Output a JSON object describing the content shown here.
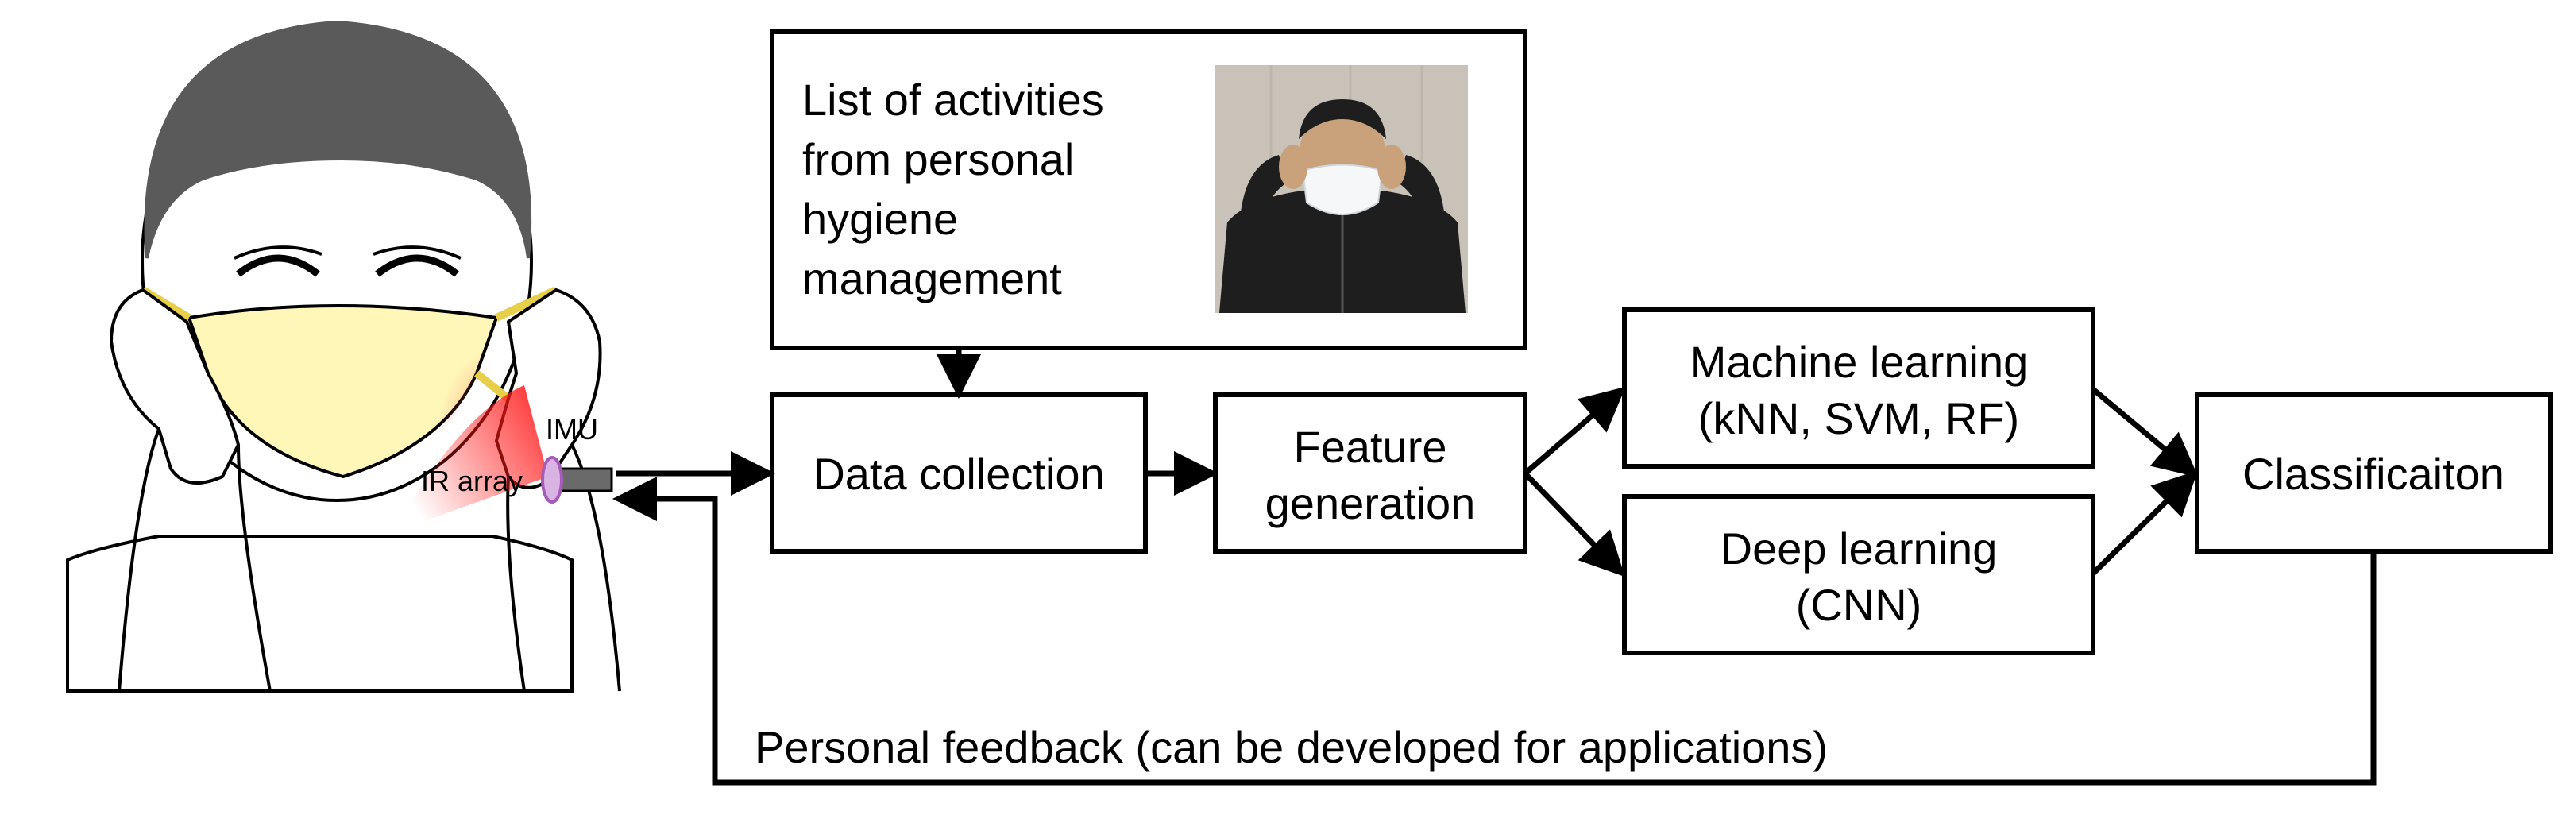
{
  "illustration": {
    "imu_label": "IMU",
    "ir_label": "IR array"
  },
  "activity_list": {
    "lines": [
      "List of activities",
      "from personal",
      "hygiene",
      "management"
    ]
  },
  "boxes": {
    "data_collection": [
      "Data collection"
    ],
    "feature_generation": [
      "Feature",
      "generation"
    ],
    "machine_learning": [
      "Machine learning",
      "(kNN, SVM, RF)"
    ],
    "deep_learning": [
      "Deep learning",
      "(CNN)"
    ],
    "classification": [
      "Classificaiton"
    ]
  },
  "feedback_label": "Personal feedback (can be developed for applications)",
  "colors": {
    "stroke": "#000000",
    "hair": "#5a5a5a",
    "mask": "#fff7b8",
    "strap": "#e8cf4a",
    "ir_beam": "#ff2020",
    "sensor_purple": "#a65bb8",
    "photo_wall": "#c8c2b8",
    "photo_jacket": "#1e1e1e",
    "photo_skin": "#c9a27c"
  }
}
